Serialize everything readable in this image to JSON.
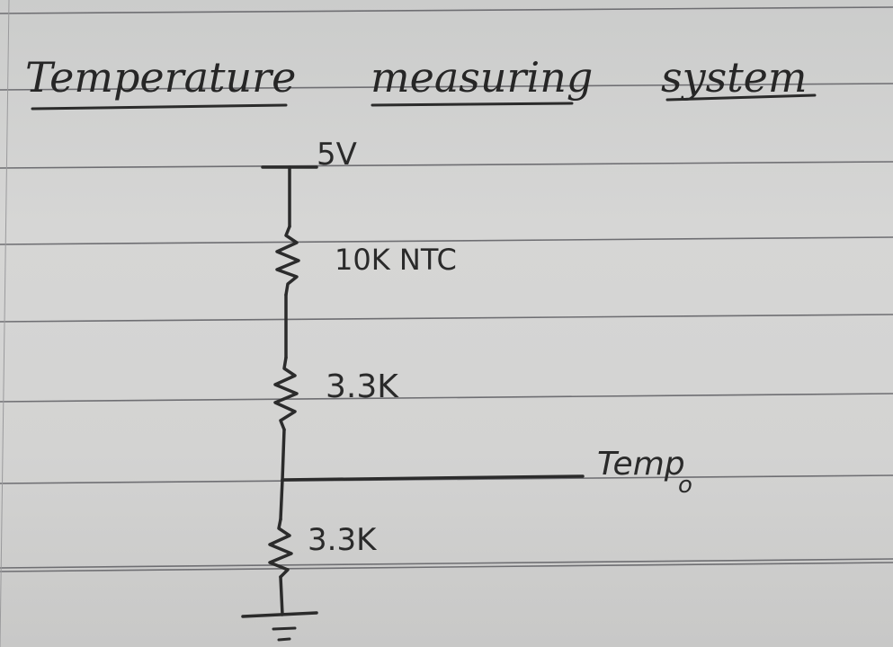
{
  "title": {
    "words": [
      "Temperature",
      "measuring",
      "system"
    ]
  },
  "circuit": {
    "supply_label": "5V",
    "r1_label": "10K NTC",
    "r2_label": "3.3K",
    "output_label": "Temp",
    "output_subscript": "o",
    "r3_label": "3.3K"
  },
  "colors": {
    "paper": "#d3d3d2",
    "ink": "#2b2b2b",
    "rules": "#6e6e72"
  }
}
